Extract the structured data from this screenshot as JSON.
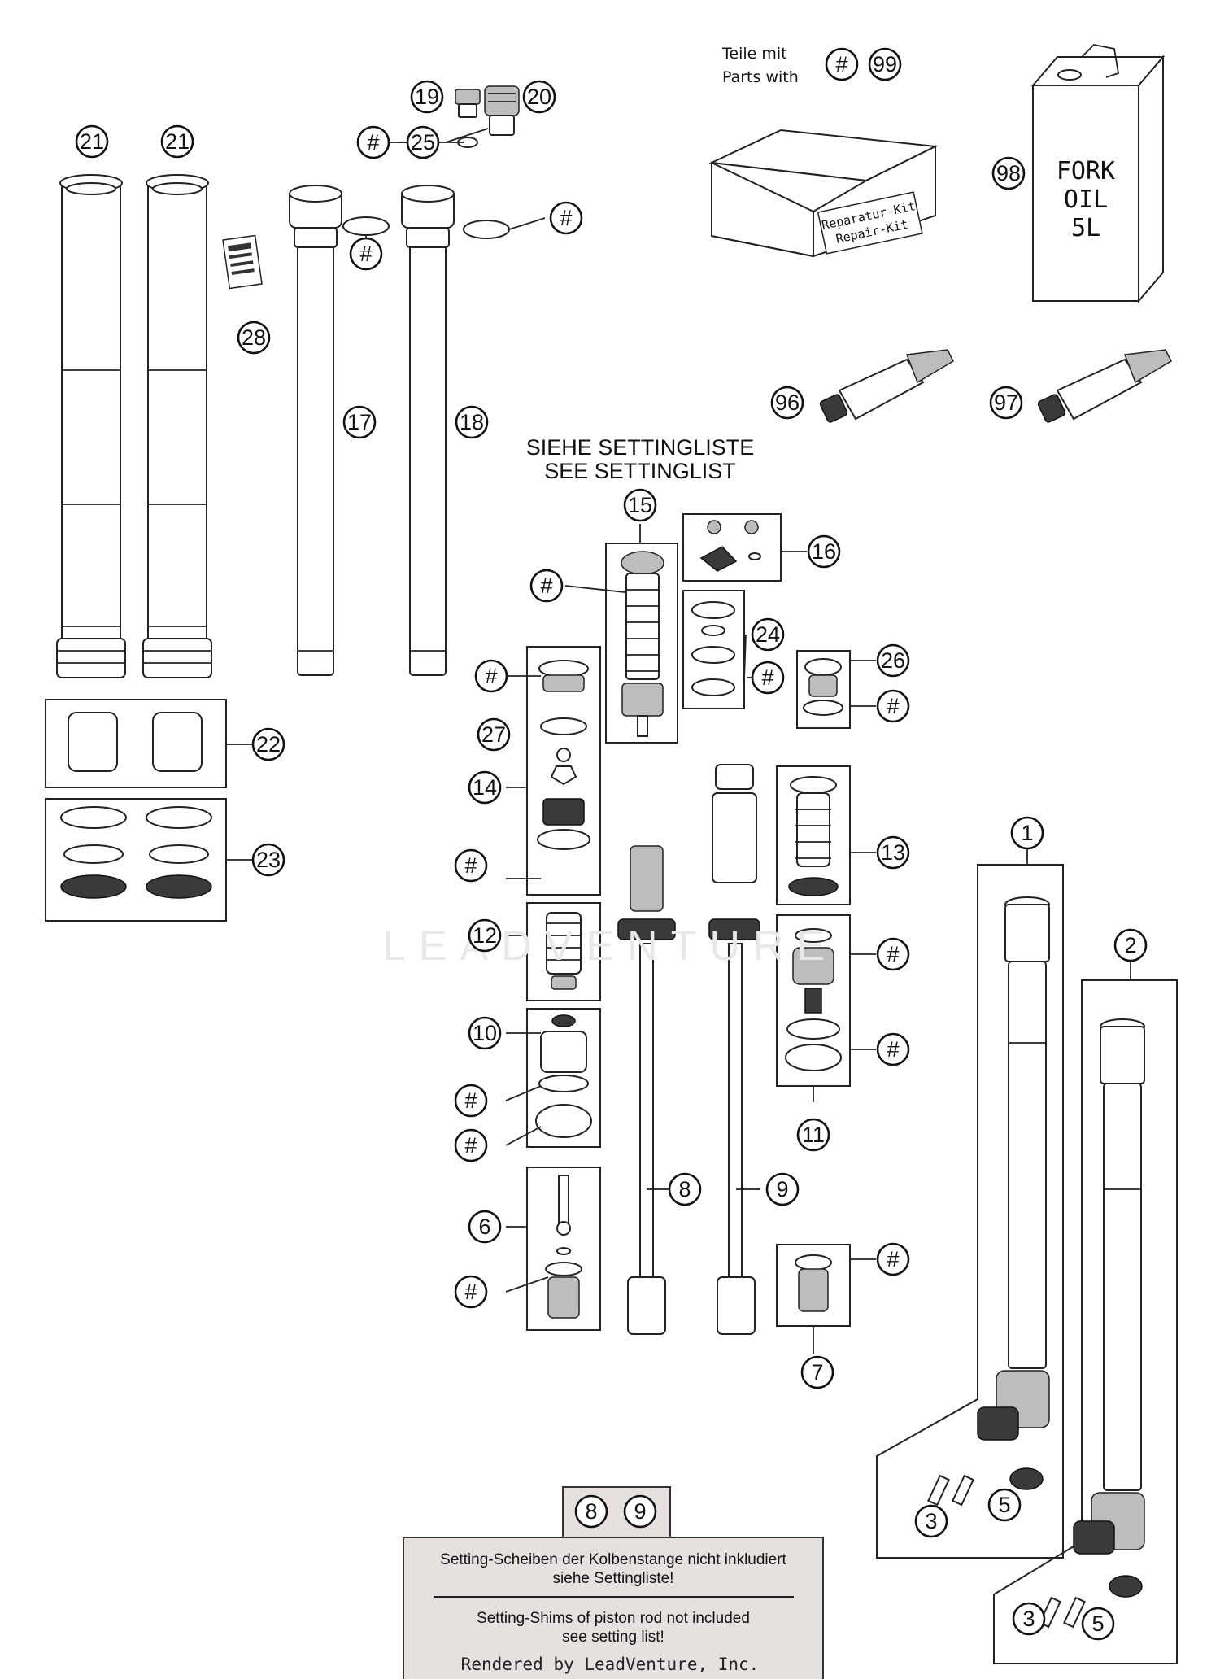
{
  "parts_with_label": [
    "Teile mit",
    "Parts with"
  ],
  "parts_with_markers": [
    "#",
    "99"
  ],
  "setting_heading": [
    "SIEHE SETTINGLISTE",
    "SEE SETTINGLIST"
  ],
  "repair_kit_label": [
    "Reparatur-Kit",
    "Repair-Kit"
  ],
  "oil_can_label": [
    "FORK",
    "OIL",
    "5L"
  ],
  "notice": {
    "refs": [
      "8",
      "9"
    ],
    "de": [
      "Setting-Scheiben der Kolbenstange nicht inkludiert",
      "siehe Settingliste!"
    ],
    "en": [
      "Setting-Shims of piston rod not included",
      "see setting list!"
    ]
  },
  "watermark": "LEADVENTURE",
  "footer": "Rendered by LeadVenture, Inc.",
  "callouts": [
    "21",
    "21",
    "28",
    "19",
    "20",
    "#",
    "25",
    "#",
    "#",
    "17",
    "18",
    "98",
    "96",
    "97",
    "15",
    "16",
    "#",
    "24",
    "#",
    "26",
    "#",
    "22",
    "23",
    "#",
    "27",
    "14",
    "#",
    "13",
    "12",
    "#",
    "#",
    "10",
    "#",
    "#",
    "11",
    "8",
    "9",
    "6",
    "#",
    "#",
    "7",
    "1",
    "2",
    "3",
    "5",
    "3",
    "5"
  ]
}
